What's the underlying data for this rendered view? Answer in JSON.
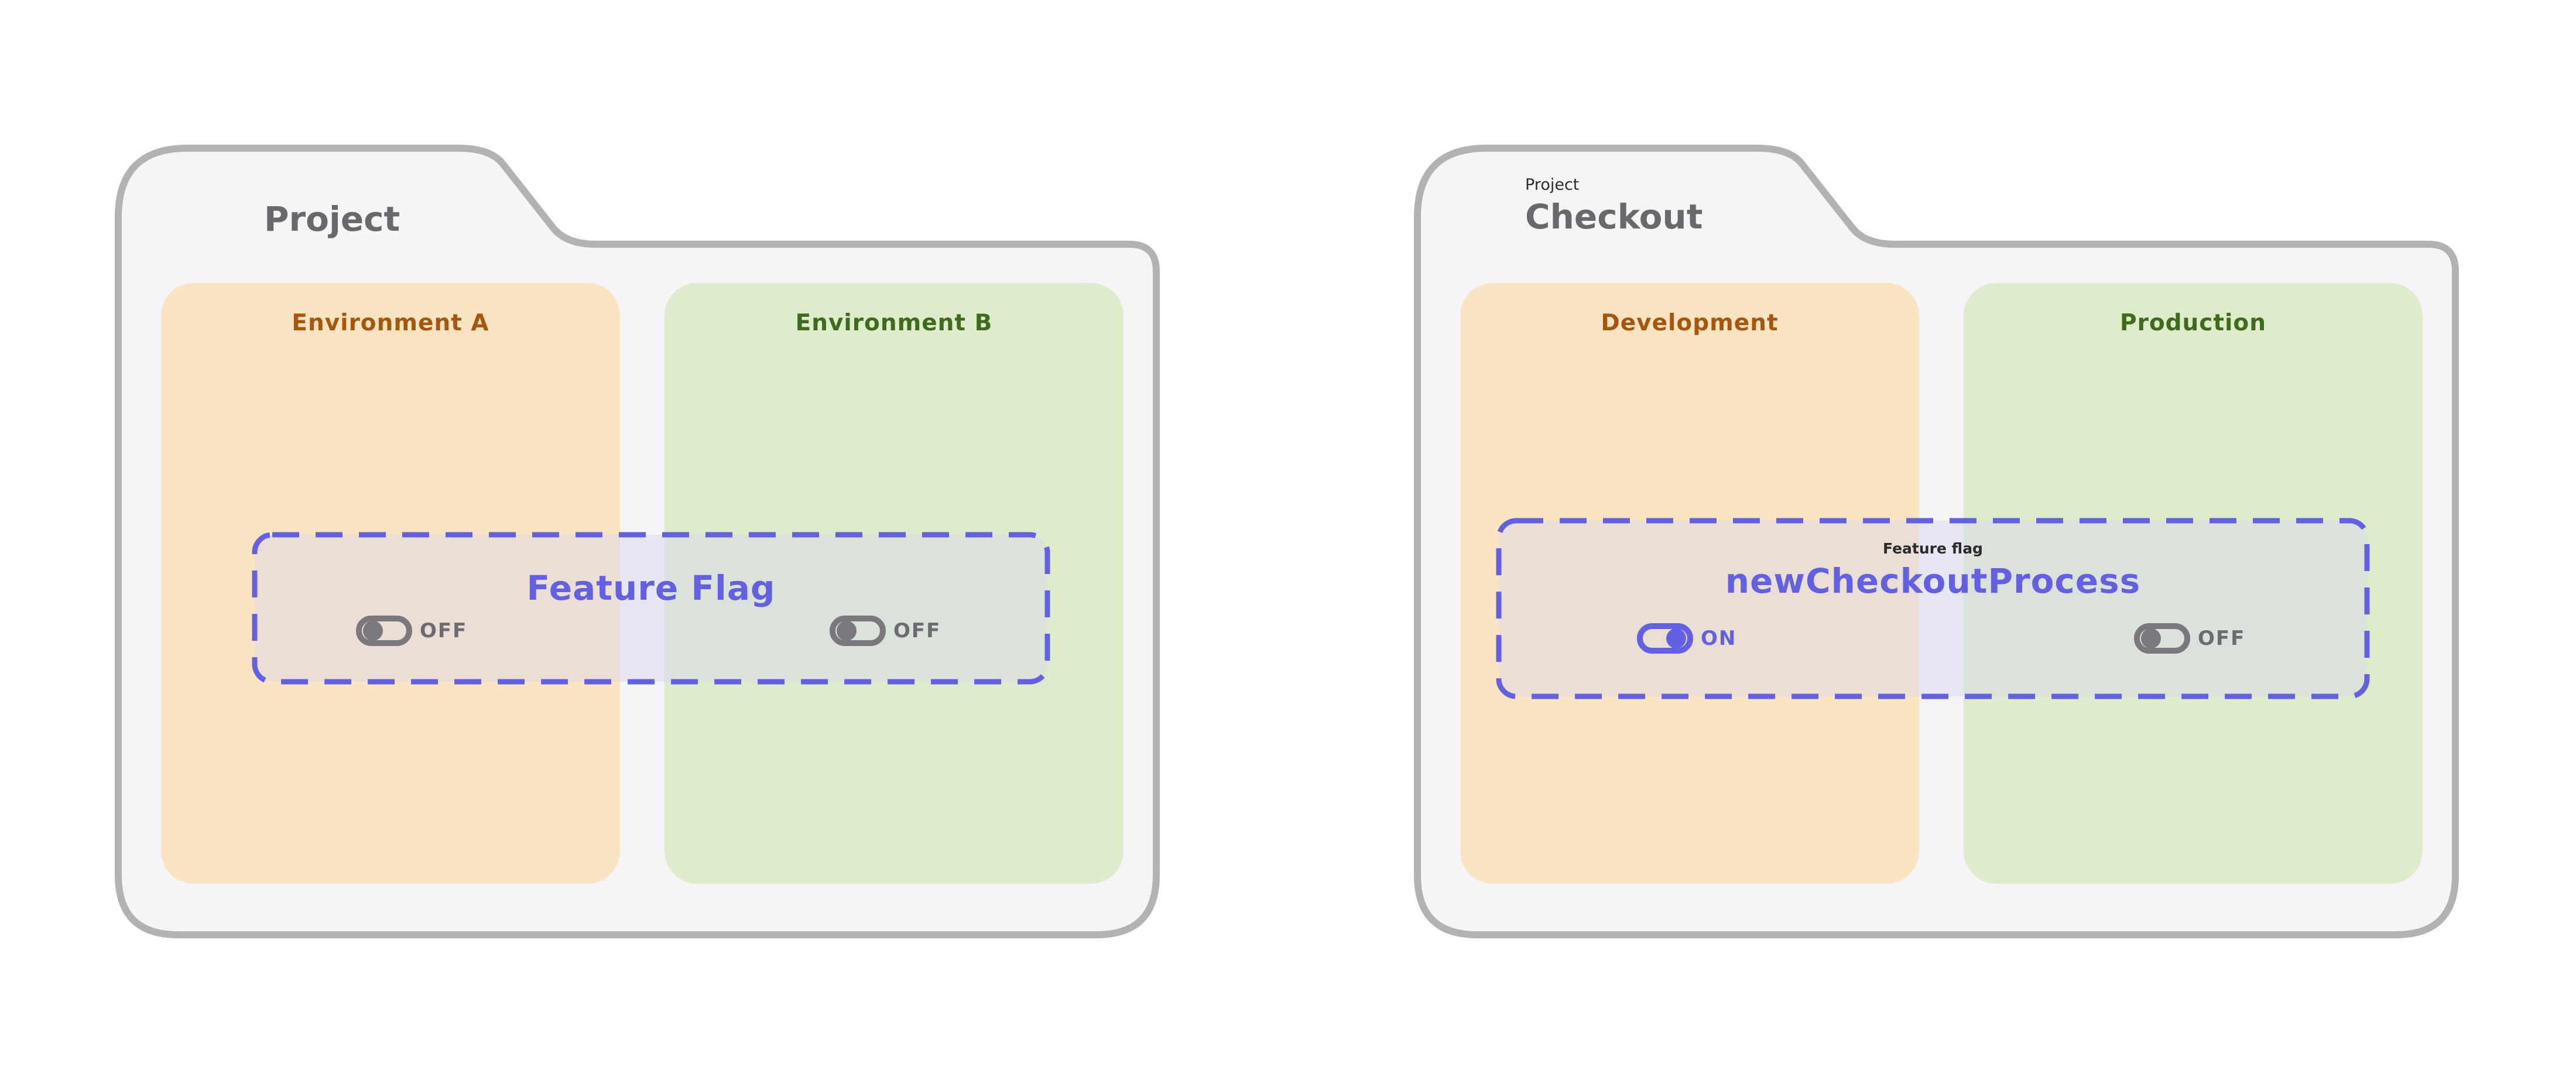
{
  "colors": {
    "accent_purple": "#6460E2",
    "folder_fill": "#F5F5F7",
    "folder_border": "#B2B2B5",
    "orange_panel": "#FBE4C2",
    "orange_label": "#A5570F",
    "green_panel": "#DFECCB",
    "green_label": "#3E6B1E",
    "toggle_off_gray": "#7A787D",
    "title_gray": "#69696D",
    "flag_fill_overlay": "rgba(214,214,240,0.45)"
  },
  "folders": [
    {
      "title": "Project",
      "flag": {
        "name": "Feature Flag"
      },
      "environments": [
        {
          "label": "Environment A",
          "toggle_state": "OFF"
        },
        {
          "label": "Environment B",
          "toggle_state": "OFF"
        }
      ]
    },
    {
      "title_small": "Project",
      "title": "Checkout",
      "flag": {
        "subtitle": "Feature flag",
        "name": "newCheckoutProcess"
      },
      "environments": [
        {
          "label": "Development",
          "toggle_state": "ON"
        },
        {
          "label": "Production",
          "toggle_state": "OFF"
        }
      ]
    }
  ]
}
